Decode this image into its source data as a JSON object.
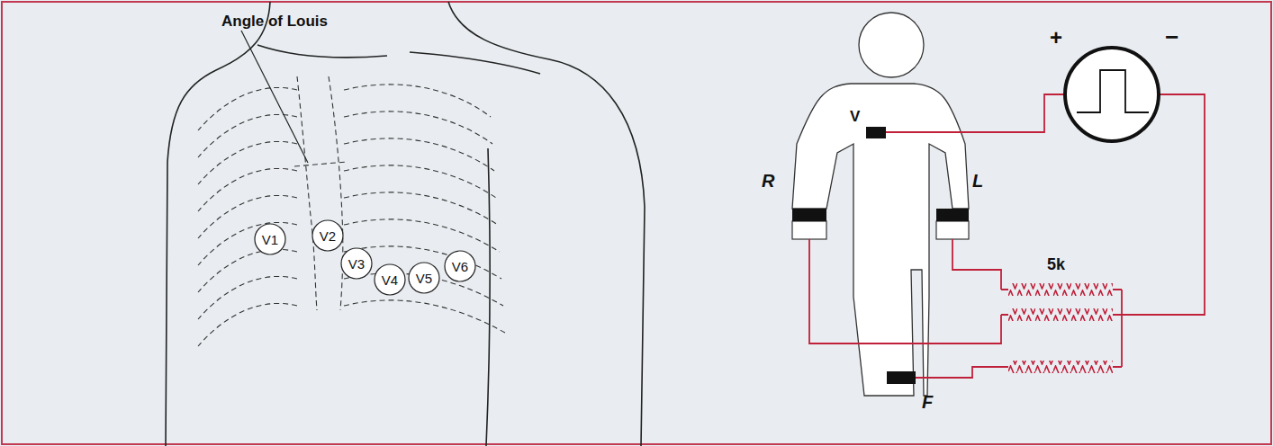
{
  "diagram": {
    "nodes": [
      {
        "text": [
          "V1"
        ]
      },
      {
        "text": [
          "V2"
        ]
      },
      {
        "text": [
          "V3"
        ]
      },
      {
        "text": [
          "V4"
        ]
      },
      {
        "text": [
          "V5"
        ]
      },
      {
        "text": [
          "V6"
        ]
      }
    ],
    "labels": [
      "Angle of Louis",
      "V",
      "R",
      "L",
      "F",
      "+",
      "−",
      "5k"
    ]
  }
}
